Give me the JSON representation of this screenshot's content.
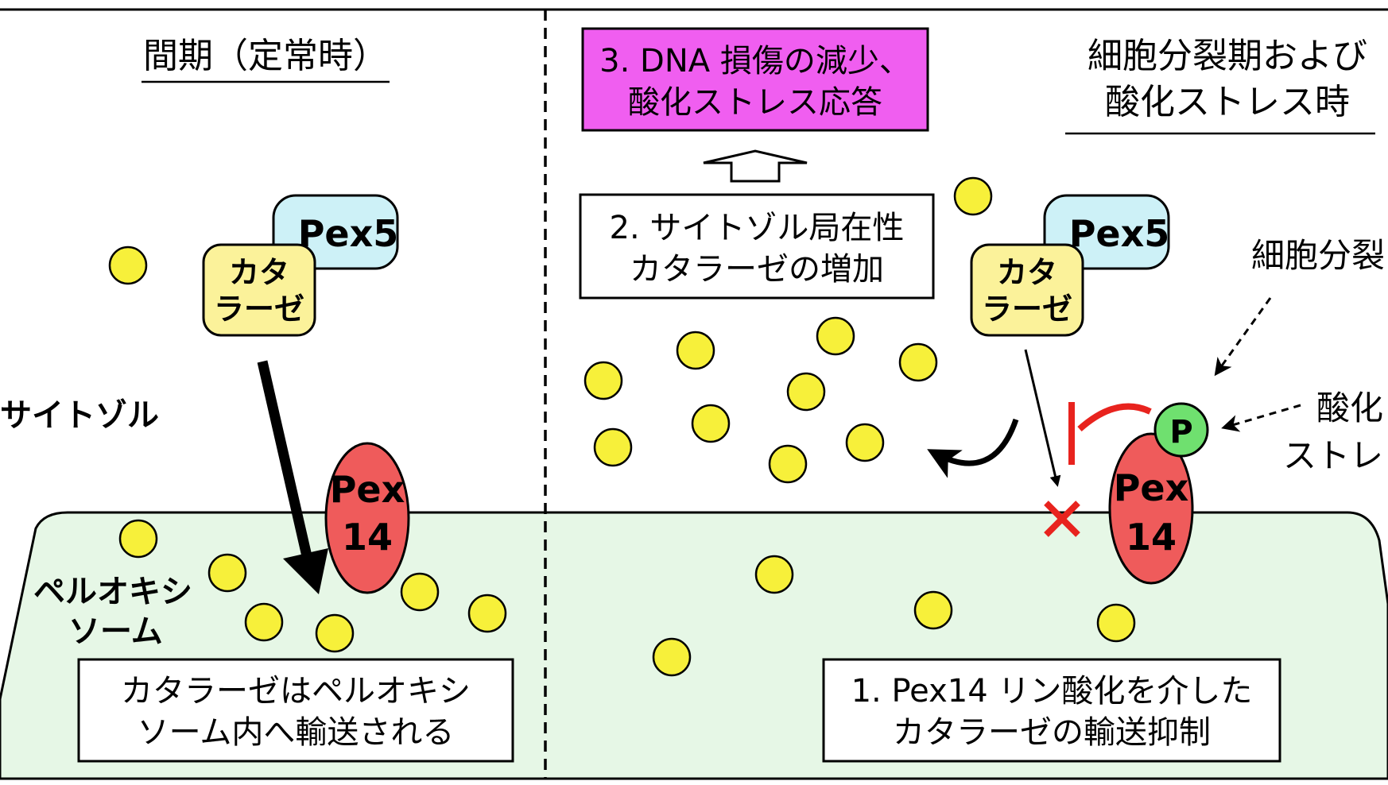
{
  "titles": {
    "left": "間期（定常時）",
    "right_line1": "細胞分裂期および",
    "right_line2": "酸化ストレス時"
  },
  "labels": {
    "cytosol": "サイトゾル",
    "peroxisome_line1": "ペルオキシ",
    "peroxisome_line2": "ソーム",
    "pex5": "Pex5",
    "catalase_line1": "カタ",
    "catalase_line2": "ラーゼ",
    "pex14_line1": "Pex",
    "pex14_line2": "14",
    "phospho": "P",
    "mitosis_partial": "細胞分裂",
    "oxidative_line1": "酸化",
    "oxidative_line2": "ストレ"
  },
  "boxes": {
    "left_bottom_line1": "カタラーゼはペルオキシ",
    "left_bottom_line2": "ソーム内へ輸送される",
    "step1_line1": "1. Pex14 リン酸化を介した",
    "step1_line2": "カタラーゼの輸送抑制",
    "step2_line1": "2. サイトゾル局在性",
    "step2_line2": "カタラーゼの増加",
    "step3_line1": "3. DNA 損傷の減少、",
    "step3_line2": "酸化ストレス応答"
  },
  "colors": {
    "peroxisome_fill": "#e6f7e6",
    "catalase_fill": "#fbf29a",
    "pex5_fill": "#cdf1f7",
    "pex14_fill": "#ef5b5b",
    "phospho_fill": "#6fe06f",
    "dot_fill": "#f7f03a",
    "step3_fill": "#f05ef0",
    "inhibit_red": "#e8231e"
  }
}
